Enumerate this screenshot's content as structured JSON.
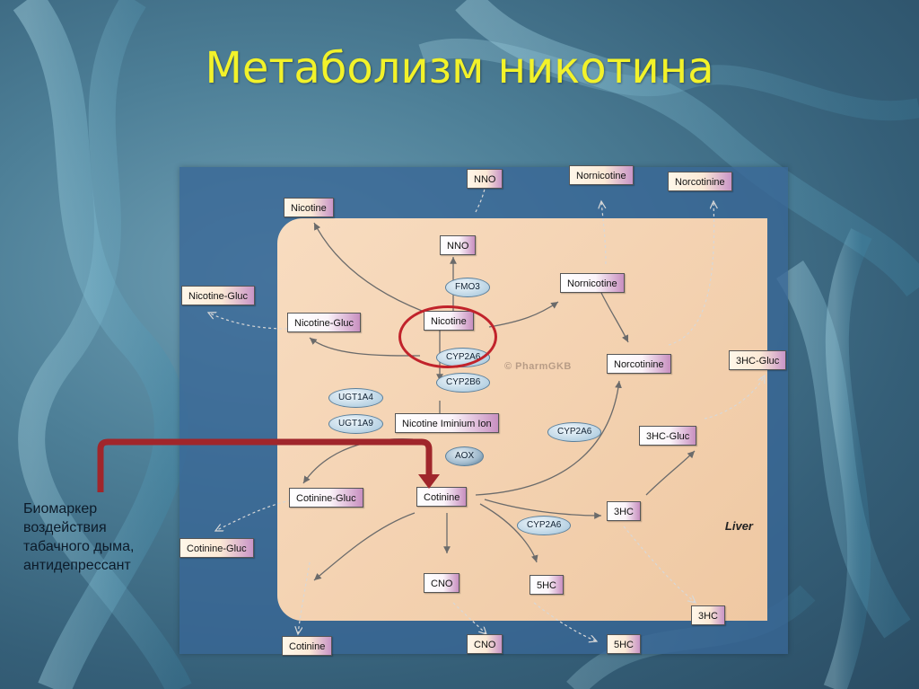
{
  "slide": {
    "title": "Метаболизм никотина",
    "callout": "Биомаркер воздействия табачного дыма, антидепрессант"
  },
  "diagram": {
    "liver_label": "Liver",
    "watermark": "© PharmGKB",
    "nodes": {
      "nicotine_out": "Nicotine",
      "nno_out": "NNO",
      "nornicotine_out": "Nornicotine",
      "norcotinine_out": "Norcotinine",
      "nicotine_gluc_out": "Nicotine-Gluc",
      "hc3_gluc_out": "3HC-Gluc",
      "cotinine_gluc_out": "Cotinine-Gluc",
      "cotinine_out": "Cotinine",
      "cno_out": "CNO",
      "hc5_out": "5HC",
      "hc3_out": "3HC",
      "nno": "NNO",
      "nornicotine": "Nornicotine",
      "nicotine_gluc": "Nicotine-Gluc",
      "nicotine": "Nicotine",
      "norcotinine": "Norcotinine",
      "iminium": "Nicotine Iminium Ion",
      "hc3_gluc": "3HC-Gluc",
      "cotinine_gluc": "Cotinine-Gluc",
      "cotinine": "Cotinine",
      "hc3": "3HC",
      "cno": "CNO",
      "hc5": "5HC"
    },
    "enzymes": {
      "fmo3": "FMO3",
      "cyp2a6_a": "CYP2A6",
      "cyp2b6": "CYP2B6",
      "ugt1a4": "UGT1A4",
      "ugt1a9": "UGT1A9",
      "aox": "AOX",
      "cyp2a6_b": "CYP2A6",
      "cyp2a6_c": "CYP2A6"
    },
    "colors": {
      "title": "#f2f22a",
      "highlight": "#c1232b",
      "callout_arrow": "#a0262b"
    }
  }
}
